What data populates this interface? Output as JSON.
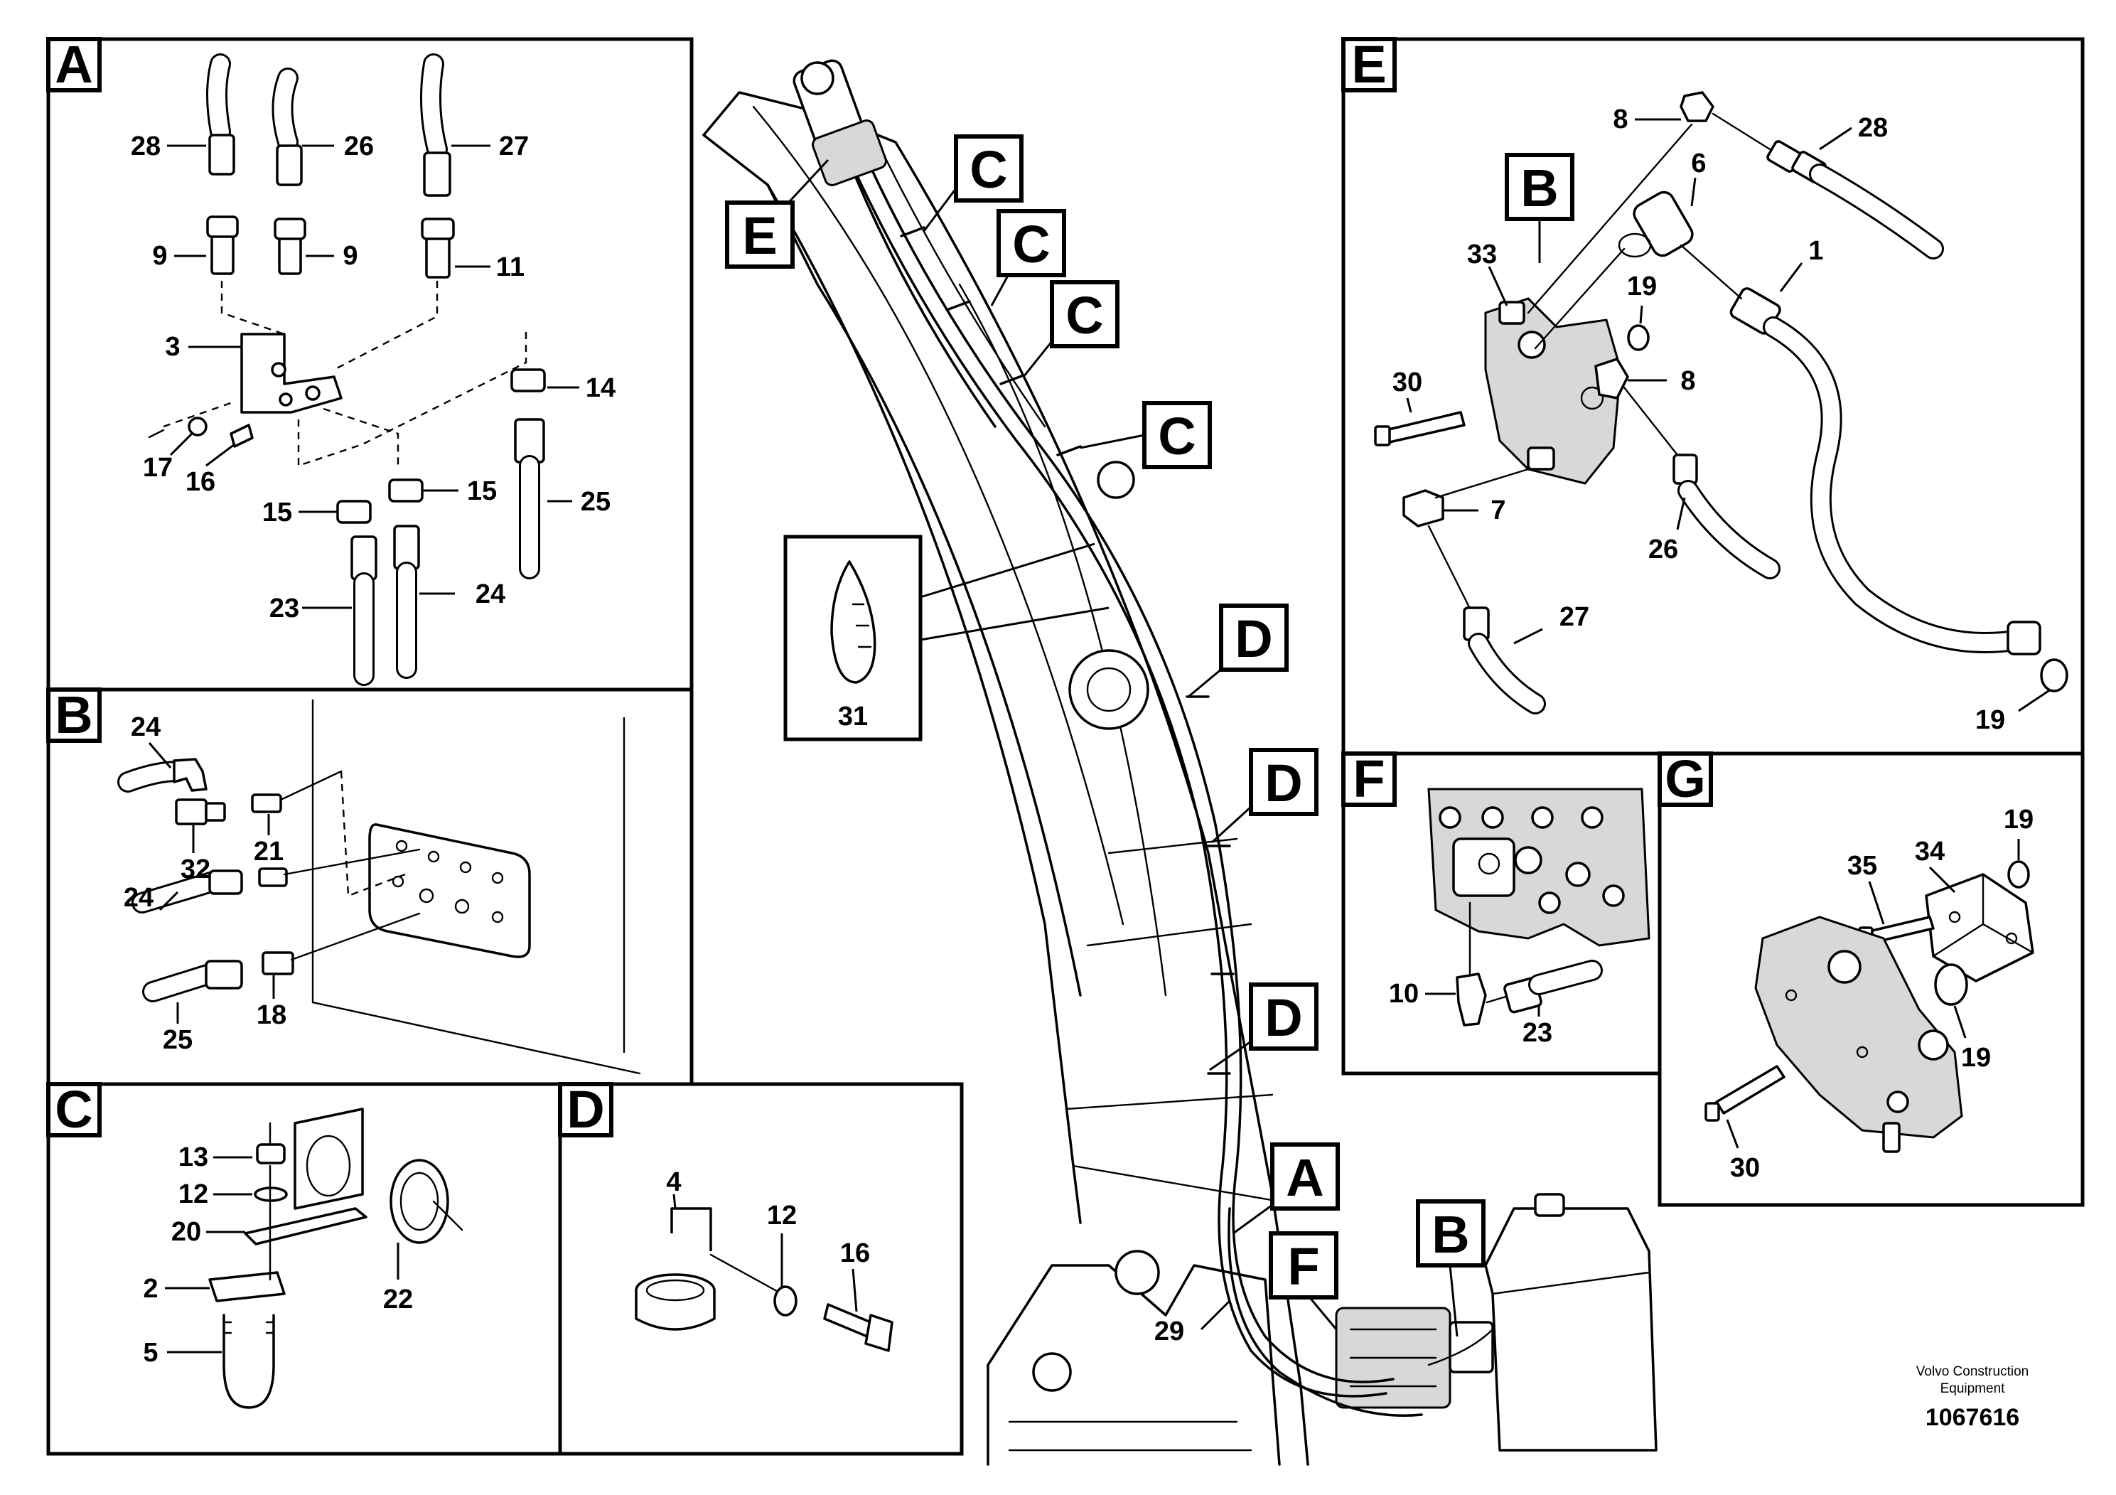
{
  "sections": {
    "A": {
      "letter": "A",
      "callouts": [
        "28",
        "26",
        "27",
        "9",
        "9",
        "11",
        "3",
        "14",
        "17",
        "16",
        "15",
        "15",
        "25",
        "23",
        "24"
      ]
    },
    "B": {
      "letter": "B",
      "callouts": [
        "24",
        "32",
        "21",
        "24",
        "18",
        "25"
      ]
    },
    "C": {
      "letter": "C",
      "callouts": [
        "13",
        "12",
        "20",
        "2",
        "5",
        "22"
      ]
    },
    "D": {
      "letter": "D",
      "callouts": [
        "4",
        "12",
        "16"
      ]
    },
    "E": {
      "letter": "E",
      "sub_label": "B",
      "callouts": [
        "8",
        "28",
        "6",
        "33",
        "1",
        "19",
        "30",
        "8",
        "7",
        "26",
        "27",
        "19"
      ]
    },
    "F": {
      "letter": "F",
      "callouts": [
        "10",
        "23"
      ]
    },
    "G": {
      "letter": "G",
      "callouts": [
        "34",
        "19",
        "35",
        "19",
        "30"
      ]
    }
  },
  "overview": {
    "labels": [
      "C",
      "C",
      "C",
      "C",
      "D",
      "D",
      "D",
      "A",
      "F",
      "B",
      "E"
    ],
    "callouts": [
      "31",
      "29"
    ]
  },
  "footer": {
    "company_line1": "Volvo Construction",
    "company_line2": "Equipment",
    "part_number": "1067616"
  }
}
